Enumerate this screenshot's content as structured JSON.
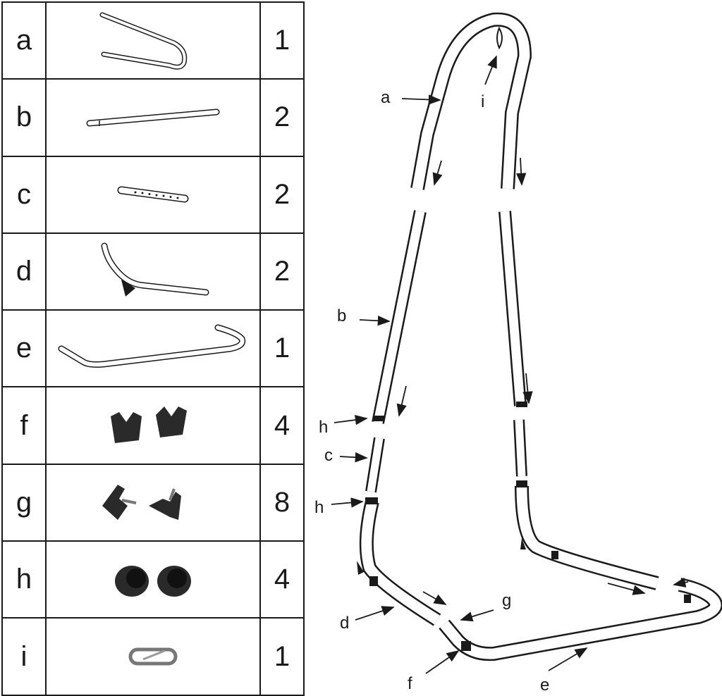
{
  "parts": [
    {
      "letter": "a",
      "qty": "1",
      "icon": "upper-arch-tube-icon"
    },
    {
      "letter": "b",
      "qty": "2",
      "icon": "straight-tube-icon"
    },
    {
      "letter": "c",
      "qty": "2",
      "icon": "perforated-tube-icon"
    },
    {
      "letter": "d",
      "qty": "2",
      "icon": "bent-leg-tube-icon"
    },
    {
      "letter": "e",
      "qty": "1",
      "icon": "base-bar-icon"
    },
    {
      "letter": "f",
      "qty": "4",
      "icon": "end-cap-icon"
    },
    {
      "letter": "g",
      "qty": "8",
      "icon": "knob-screw-icon"
    },
    {
      "letter": "h",
      "qty": "4",
      "icon": "rubber-ring-icon"
    },
    {
      "letter": "i",
      "qty": "1",
      "icon": "carabiner-icon"
    }
  ],
  "diagram_labels": {
    "a": "a",
    "i": "i",
    "b": "b",
    "h1": "h",
    "c": "c",
    "h2": "h",
    "d": "d",
    "g": "g",
    "f": "f",
    "e": "e"
  }
}
